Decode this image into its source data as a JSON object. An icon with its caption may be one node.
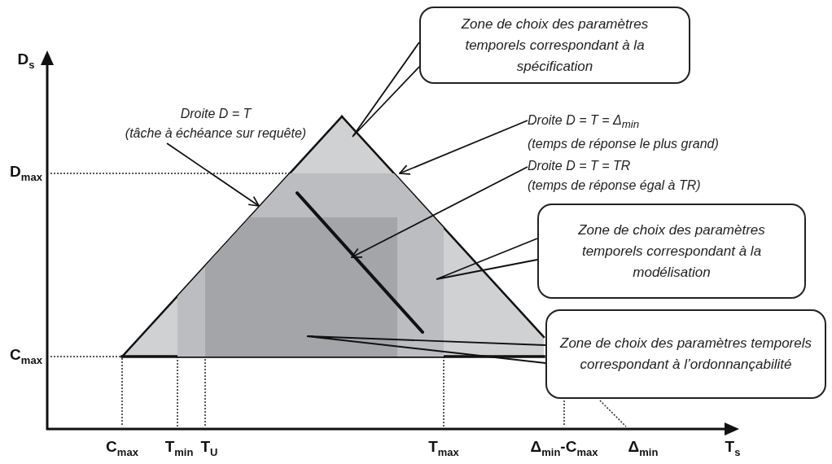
{
  "diagram": {
    "nodes": [
      {
        "text": [
          "Zone de choix des paramètres temporels correspondant à la spécification"
        ]
      },
      {
        "text": [
          "Droite D = T",
          "(tâche à échéance sur requête)"
        ]
      },
      {
        "text": [
          "Droite D = T = Δ$_{min}$",
          "(temps de réponse le plus grand)"
        ]
      },
      {
        "text": [
          "Droite D = T = TR",
          "(temps de réponse égal à TR)"
        ]
      },
      {
        "text": [
          "Zone de choix des paramètres temporels correspondant à la modélisation"
        ]
      },
      {
        "text": [
          "Zone de choix des paramètres temporels correspondant à l’ordonnançabilité"
        ]
      },
      {
        "text": [],
        "shape": "triangle"
      },
      {
        "text": [],
        "shape": "line",
        "in": 8
      },
      {
        "text": [],
        "shape": "polygon",
        "in": 6
      },
      {
        "text": [],
        "shape": "polygon",
        "in": 8
      }
    ],
    "edges": [
      {
        "from": 0,
        "to": 6,
        "arrow": "none"
      },
      {
        "from": 1,
        "to": 6,
        "arrow": "to"
      },
      {
        "from": 2,
        "to": 6,
        "arrow": "to"
      },
      {
        "from": 3,
        "to": 7,
        "arrow": "to"
      },
      {
        "from": 4,
        "to": 8,
        "arrow": "none"
      },
      {
        "from": 5,
        "to": 9,
        "arrow": "none"
      }
    ],
    "labels": [
      "D$_{s}$",
      "D$_{max}$",
      "C$_{max}$",
      "C$_{max}$",
      "T$_{min}$",
      "T$_{U}$",
      "T$_{max}$",
      "Δ$_{min}$-C$_{max}$",
      "Δ$_{min}$",
      "T$_{s}$"
    ]
  }
}
